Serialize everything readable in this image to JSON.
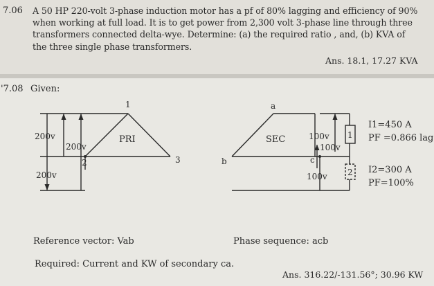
{
  "problem1": {
    "number": "7.06",
    "lines": [
      "A 50 HP 220-volt 3-phase induction motor has a pf of 80% lagging and efficiency of 90%",
      "when working at full load.  It is to get power from 2,300 volt 3-phase line through three",
      "transformers connected delta-wye.  Determine: (a) the required ratio , and, (b) KVA of",
      "the three single phase transformers."
    ],
    "answer": "Ans.  18.1, 17.27 KVA"
  },
  "problem2": {
    "number": "'7.08",
    "given_label": "Given:",
    "diagram": {
      "node_1": "1",
      "node_2": "2",
      "node_3": "3",
      "node_a": "a",
      "node_b": "b",
      "node_c": "c",
      "v_200_top": "200v",
      "v_200_mid": "200v",
      "v_200_bottom": "200v",
      "pri_label": "PRI",
      "sec_label": "SEC",
      "v_100_a": "100v",
      "v_100_b": "100v",
      "v_100_c": "100v",
      "box1": "1",
      "box2": "2",
      "i1": "I1=450 A",
      "pf1": "PF =0.866 lag",
      "i2": "I2=300 A",
      "pf2": "PF=100%"
    },
    "reference_vector": "Reference vector: Vab",
    "phase_sequence": "Phase sequence: acb",
    "required": "Required:  Current and KW of secondary ca.",
    "answer": "Ans. 316.22/-131.56°; 30.96 KW"
  }
}
